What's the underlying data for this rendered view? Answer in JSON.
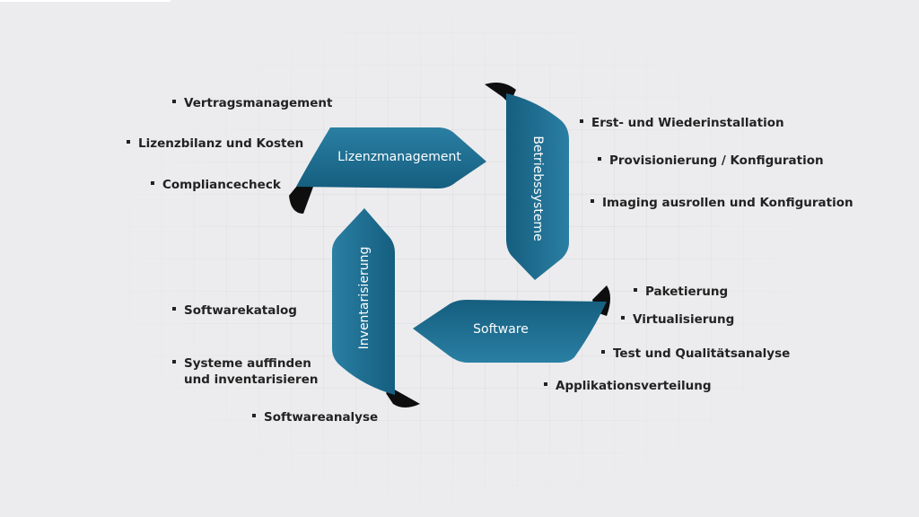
{
  "colors": {
    "arrow": "#1d6f92",
    "arrow_dark": "#145a79",
    "fold": "#0d0d0d",
    "text": "#222222",
    "background": "#ececee"
  },
  "arrows": {
    "top": "Lizenzmanagement",
    "right": "Betriebssysteme",
    "bottom": "Software",
    "left": "Inventarisierung"
  },
  "lists": {
    "lizenz": [
      "Vertragsmanagement",
      "Lizenzbilanz und Kosten",
      "Compliancecheck"
    ],
    "betrieb": [
      "Erst- und Wiederinstallation",
      "Provisionierung / Konfiguration",
      "Imaging ausrollen und Konfiguration"
    ],
    "software": [
      "Paketierung",
      "Virtualisierung",
      "Test und Qualitätsanalyse",
      "Applikationsverteilung"
    ],
    "invent": [
      "Softwarekatalog",
      "Systeme auffinden\nund inventarisieren",
      "Softwareanalyse"
    ]
  }
}
